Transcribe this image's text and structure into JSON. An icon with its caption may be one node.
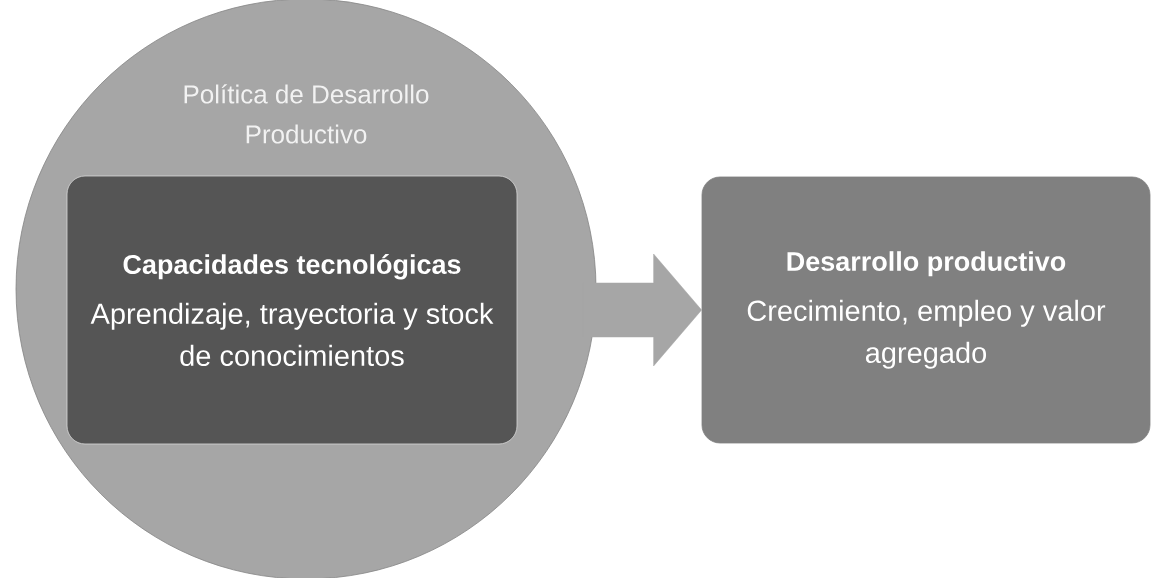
{
  "diagram": {
    "nodes": [
      {
        "text": [
          "Política de Desarrollo Productivo"
        ]
      },
      {
        "text": [
          "Capacidades tecnológicas",
          "Aprendizaje, trayectoria y stock de conocimientos"
        ],
        "in": 0
      },
      {
        "text": [
          "Desarrollo productivo",
          "Crecimiento, empleo y valor agregado"
        ]
      }
    ],
    "edges": [
      {
        "from": 1,
        "to": 2,
        "arrow": "to"
      }
    ]
  }
}
